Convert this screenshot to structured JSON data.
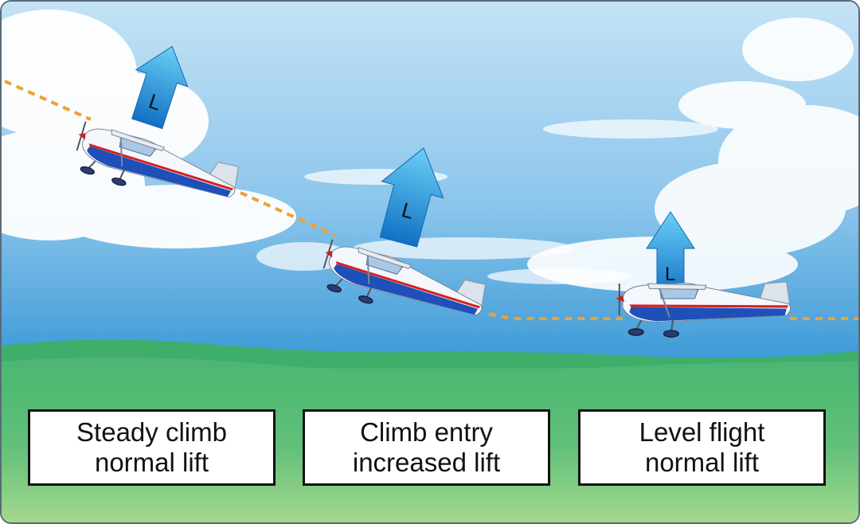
{
  "colors": {
    "sky_top": "#b8dcf2",
    "sky_bottom": "#3a9ad8",
    "cloud": "#ffffff",
    "grass_dark": "#3fb06a",
    "grass_light": "#9fd68c",
    "flight_path": "#f0a030",
    "lift_arrow_top": "#5cc8f0",
    "lift_arrow_bottom": "#1577c8",
    "fuselage": "#ffffff",
    "stripe_blue": "#1f4fb8",
    "stripe_red": "#d42020"
  },
  "icons": {
    "lift_arrow": "up-arrow-icon",
    "lift_symbol": "L",
    "airplane": "cessna-airplane-icon"
  },
  "panels": [
    {
      "line1": "Steady climb",
      "line2": "normal lift",
      "lift_symbol": "L"
    },
    {
      "line1": "Climb entry",
      "line2": "increased lift",
      "lift_symbol": "L"
    },
    {
      "line1": "Level flight",
      "line2": "normal lift",
      "lift_symbol": "L"
    }
  ]
}
